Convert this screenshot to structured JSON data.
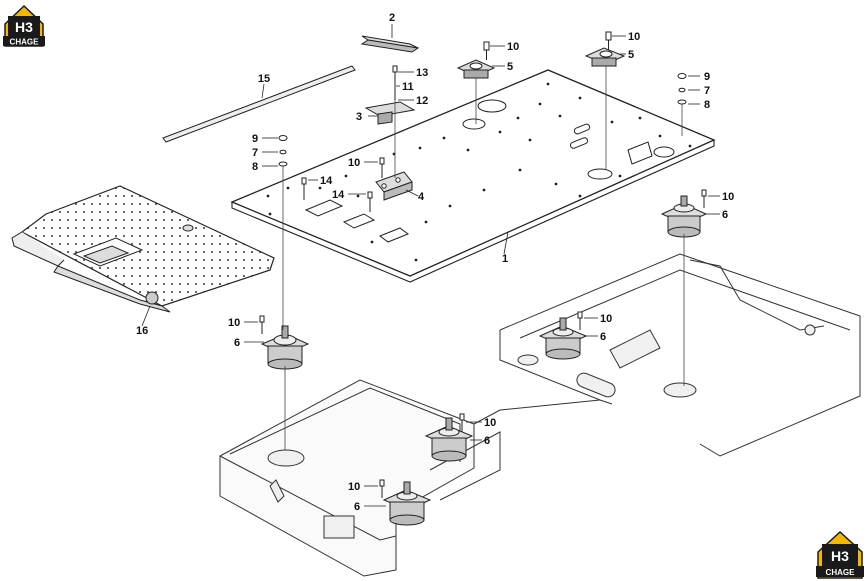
{
  "diagram": {
    "callouts": [
      {
        "id": "c2",
        "label": "2"
      },
      {
        "id": "c15",
        "label": "15"
      },
      {
        "id": "c10a",
        "label": "10"
      },
      {
        "id": "c5a",
        "label": "5"
      },
      {
        "id": "c10b",
        "label": "10"
      },
      {
        "id": "c5b",
        "label": "5"
      },
      {
        "id": "c13",
        "label": "13"
      },
      {
        "id": "c11",
        "label": "11"
      },
      {
        "id": "c12",
        "label": "12"
      },
      {
        "id": "c3",
        "label": "3"
      },
      {
        "id": "c9a",
        "label": "9"
      },
      {
        "id": "c7a",
        "label": "7"
      },
      {
        "id": "c8a",
        "label": "8"
      },
      {
        "id": "c9b",
        "label": "9"
      },
      {
        "id": "c7b",
        "label": "7"
      },
      {
        "id": "c8b",
        "label": "8"
      },
      {
        "id": "c10c",
        "label": "10"
      },
      {
        "id": "c14a",
        "label": "14"
      },
      {
        "id": "c14b",
        "label": "14"
      },
      {
        "id": "c4",
        "label": "4"
      },
      {
        "id": "c1",
        "label": "1"
      },
      {
        "id": "c10d",
        "label": "10"
      },
      {
        "id": "c6a",
        "label": "6"
      },
      {
        "id": "c16",
        "label": "16"
      },
      {
        "id": "c10e",
        "label": "10"
      },
      {
        "id": "c6b",
        "label": "6"
      },
      {
        "id": "c10f",
        "label": "10"
      },
      {
        "id": "c6c",
        "label": "6"
      },
      {
        "id": "c10g",
        "label": "10"
      },
      {
        "id": "c6d",
        "label": "6"
      },
      {
        "id": "c10h",
        "label": "10"
      },
      {
        "id": "c6e",
        "label": "6"
      }
    ]
  },
  "logo": {
    "top_mark": "H3",
    "top_sub": "CHAGE",
    "bottom_mark": "H3",
    "bottom_sub": "CHAGE",
    "colors": {
      "accent": "#f5b800",
      "dark": "#1a1a1a"
    }
  }
}
